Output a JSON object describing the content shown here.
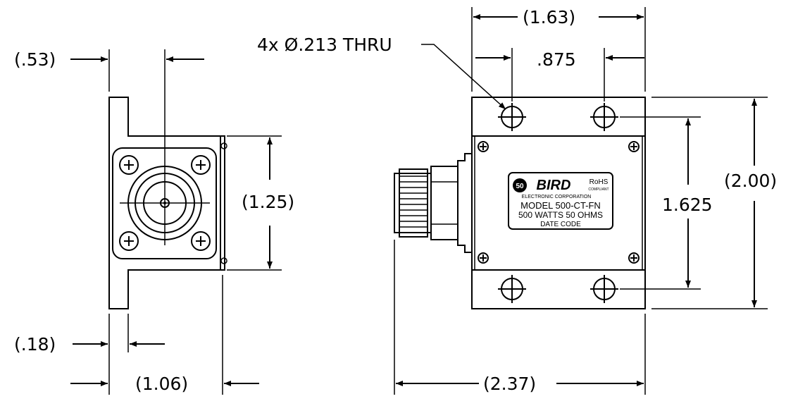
{
  "dimensions": {
    "side_flange_offset": "(.53)",
    "side_height": "(1.25)",
    "side_flange_thickness": "(.18)",
    "side_width": "(1.06)",
    "hole_callout": "4x Ø.213 THRU",
    "front_width": "(1.63)",
    "hole_spacing_x": ".875",
    "front_height": "(2.00)",
    "hole_spacing_y": "1.625",
    "overall_length": "(2.37)"
  },
  "nameplate": {
    "badge": "50",
    "logo": "BIRD",
    "company": "ELECTRONIC CORPORATION",
    "rohs": "RoHS",
    "rohs_sub": "COMPLIANT",
    "model": "MODEL 500-CT-FN",
    "rating": "500 WATTS  50 OHMS",
    "date_code": "DATE CODE"
  }
}
